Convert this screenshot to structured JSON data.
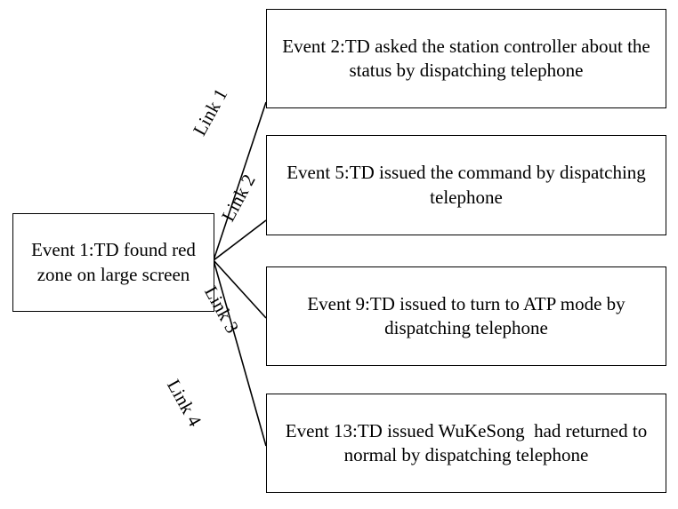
{
  "diagram": {
    "type": "fan-out-link-diagram",
    "background_color": "#ffffff",
    "line_color": "#000000",
    "border_color": "#000000",
    "text_color": "#000000",
    "source_node": {
      "id": "event-1",
      "text": "Event 1:TD found red zone on large screen"
    },
    "target_nodes": [
      {
        "id": "event-2",
        "text": "Event 2:TD asked the station controller about the status by dispatching telephone"
      },
      {
        "id": "event-5",
        "text": "Event 5:TD issued the command by dispatching telephone"
      },
      {
        "id": "event-9",
        "text": "Event 9:TD issued to turn to ATP mode by dispatching telephone"
      },
      {
        "id": "event-13",
        "text": "Event 13:TD issued WuKeSong  had returned to normal by dispatching telephone"
      }
    ],
    "edges": [
      {
        "id": "link-1",
        "label": "Link 1",
        "from": "event-1",
        "to": "event-2"
      },
      {
        "id": "link-2",
        "label": "Link 2",
        "from": "event-1",
        "to": "event-5"
      },
      {
        "id": "link-3",
        "label": "Link 3",
        "from": "event-1",
        "to": "event-9"
      },
      {
        "id": "link-4",
        "label": "Link 4",
        "from": "event-1",
        "to": "event-13"
      }
    ]
  }
}
